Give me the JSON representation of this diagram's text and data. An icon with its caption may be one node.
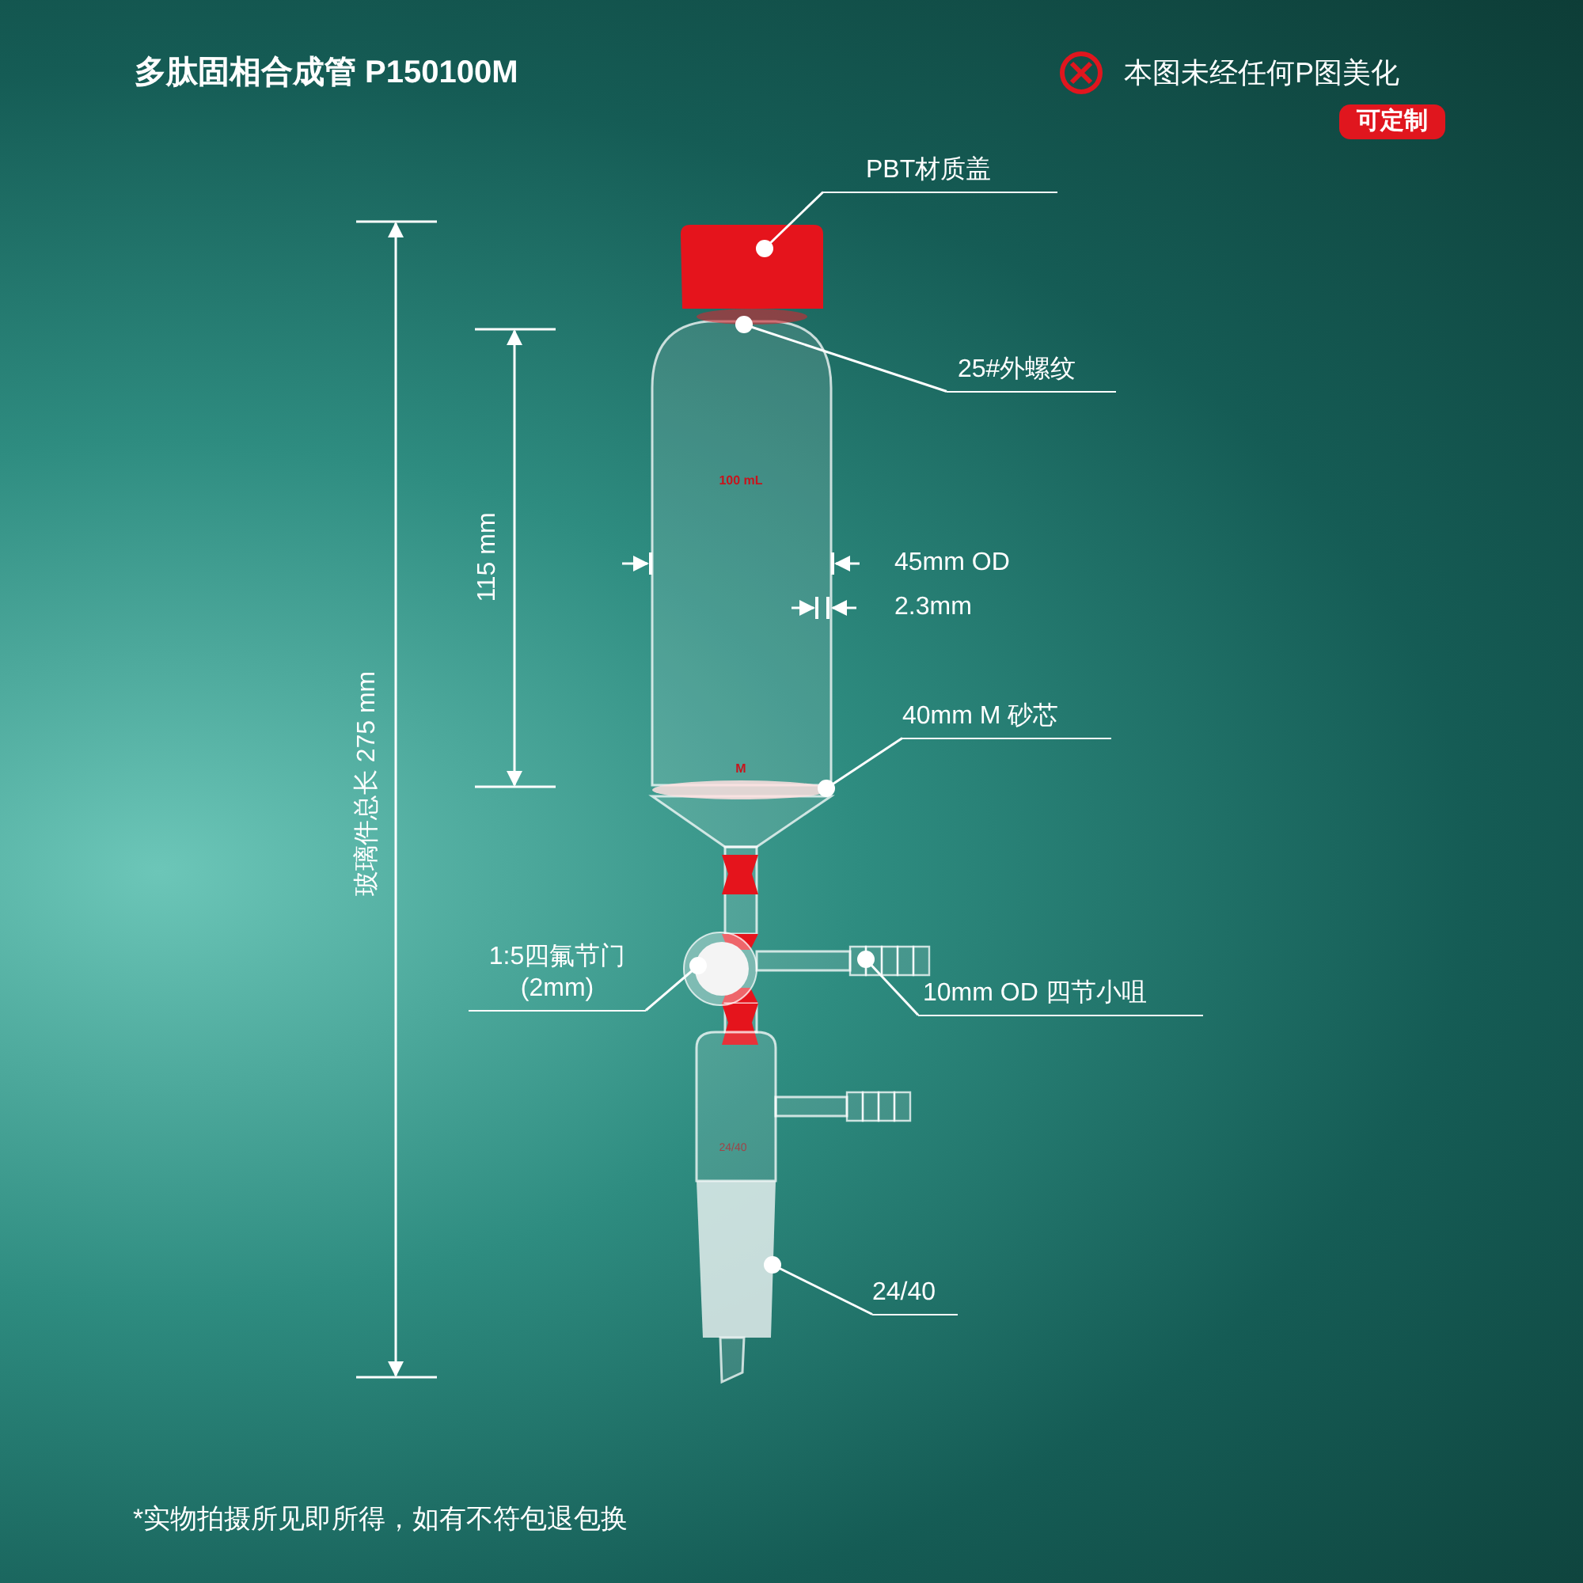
{
  "diagram": {
    "title": "多肽固相合成管  P150100M",
    "caption": "*实物拍摄所见即所得，如有不符包退包换",
    "nodes": [
      {
        "text": [
          "PBT材质盖"
        ]
      },
      {
        "text": [
          "25#外螺纹"
        ]
      },
      {
        "text": [
          "40mm M 砂芯"
        ]
      },
      {
        "text": [
          "1:5四氟节门 (2mm)"
        ]
      },
      {
        "text": [
          "10mm OD 四节小咀"
        ]
      },
      {
        "text": [
          "24/40"
        ]
      },
      {
        "text": [],
        "shape": "box"
      },
      {
        "text": [],
        "shape": "bar"
      },
      {
        "text": [],
        "shape": "bar"
      },
      {
        "text": [],
        "shape": "circle"
      },
      {
        "text": [],
        "shape": "picture"
      },
      {
        "text": [],
        "shape": "box"
      }
    ],
    "edges": [
      {
        "from": 0,
        "to": 6,
        "arrow": "other"
      },
      {
        "from": 1,
        "to": 7,
        "arrow": "other"
      },
      {
        "from": 2,
        "to": 8,
        "arrow": "other"
      },
      {
        "from": 3,
        "to": 9,
        "arrow": "other"
      },
      {
        "from": 4,
        "to": 10,
        "arrow": "other"
      },
      {
        "from": 5,
        "to": 11,
        "arrow": "other"
      }
    ],
    "labels": [
      "本图未经任何P图美化",
      "可定制",
      "玻璃件总长 275 mm",
      "115 mm",
      "100 mL",
      "45mm OD",
      "2.3mm",
      "M",
      "24/40"
    ]
  }
}
